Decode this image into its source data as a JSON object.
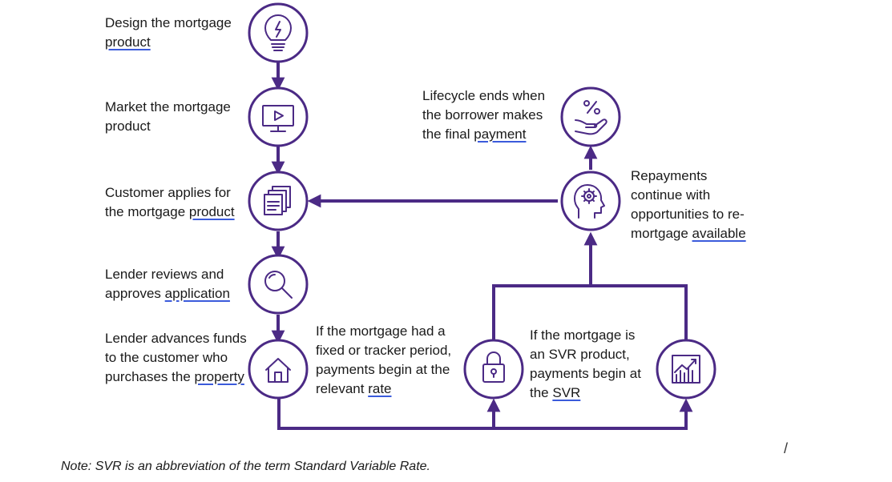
{
  "steps": {
    "design": {
      "text": "Design the mortgage ",
      "underlined": "product"
    },
    "market": {
      "text": "Market the mortgage product"
    },
    "applies": {
      "text": "Customer applies for the mortgage ",
      "underlined": "product"
    },
    "reviews": {
      "text": "Lender reviews and approves ",
      "underlined": "application"
    },
    "advances": {
      "text": "Lender advances funds to the customer who purchases the ",
      "underlined": "property"
    },
    "fixed": {
      "text": "If the mortgage had a fixed or tracker period, payments begin at the relevant ",
      "underlined": "rate"
    },
    "svr": {
      "text": "If the mortgage is an SVR product, payments begin at the ",
      "underlined": "SVR"
    },
    "repayments": {
      "text": "Repayments continue with opportunities to re-mortgage ",
      "underlined": "available"
    },
    "lifecycle": {
      "text": "Lifecycle ends when the borrower makes the final ",
      "underlined": "payment"
    }
  },
  "note": "Note: SVR is an abbreviation of the term Standard Variable Rate.",
  "caret": "/",
  "icons": [
    "lightbulb-icon",
    "monitor-play-icon",
    "documents-icon",
    "magnifier-icon",
    "house-icon",
    "padlock-icon",
    "chart-icon",
    "head-gear-icon",
    "hand-percent-icon"
  ],
  "colors": {
    "accent": "#4b2a85"
  }
}
